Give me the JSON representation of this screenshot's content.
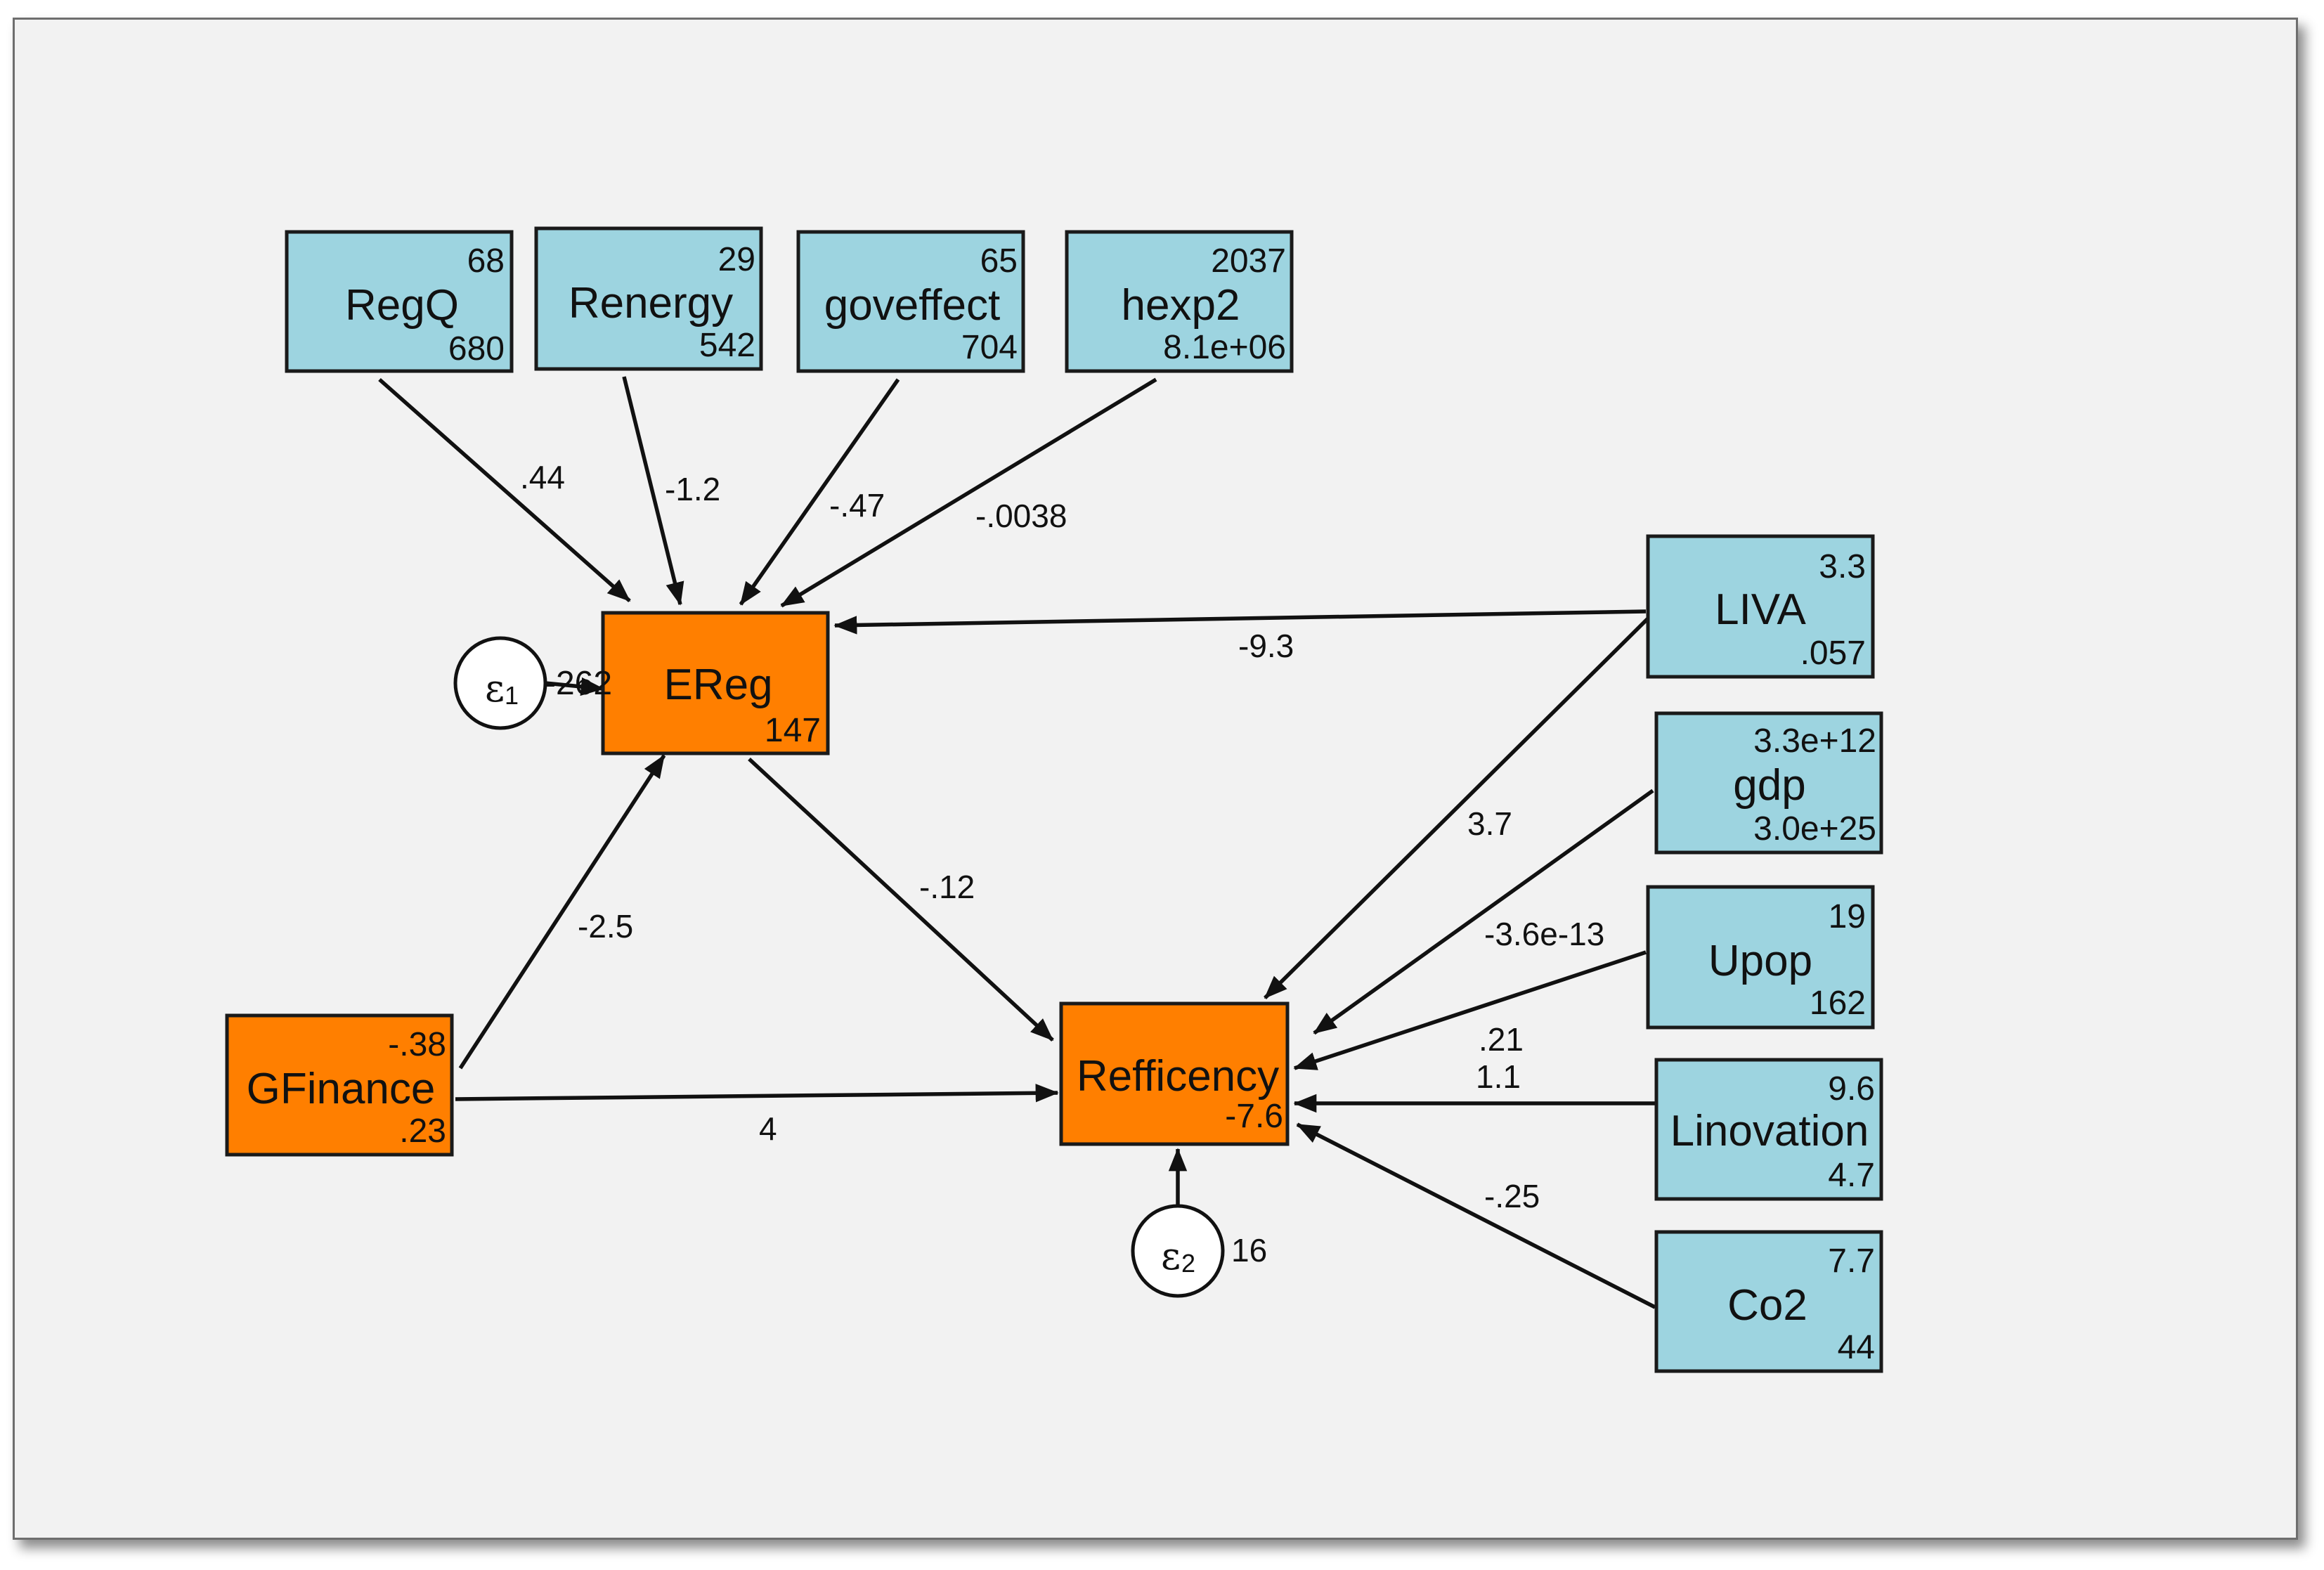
{
  "nodes": {
    "regq": {
      "name": "RegQ",
      "mean": "68",
      "var": "680"
    },
    "renergy": {
      "name": "Renergy",
      "mean": "29",
      "var": "542"
    },
    "goveffect": {
      "name": "goveffect",
      "mean": "65",
      "var": "704"
    },
    "hexp2": {
      "name": "hexp2",
      "mean": "2037",
      "var": "8.1e+06"
    },
    "liva": {
      "name": "LIVA",
      "mean": "3.3",
      "var": ".057"
    },
    "gdp": {
      "name": "gdp",
      "mean": "3.3e+12",
      "var": "3.0e+25"
    },
    "upop": {
      "name": "Upop",
      "mean": "19",
      "var": "162"
    },
    "linovation": {
      "name": "Linovation",
      "mean": "9.6",
      "var": "4.7"
    },
    "co2": {
      "name": "Co2",
      "mean": "7.7",
      "var": "44"
    },
    "ereg": {
      "name": "EReg",
      "intercept": "-262",
      "value": "147"
    },
    "gfinance": {
      "name": "GFinance",
      "mean": "-.38",
      "var": ".23"
    },
    "refficency": {
      "name": "Refficency",
      "intercept": "-7.6"
    }
  },
  "errors": {
    "e1": {
      "symbol": "ε",
      "sub": "1"
    },
    "e2": {
      "symbol": "ε",
      "sub": "2",
      "var": "16"
    }
  },
  "paths": {
    "regq_ereg": ".44",
    "renergy_ereg": "-1.2",
    "goveffect_ereg": "-.47",
    "hexp2_ereg": "-.0038",
    "liva_ereg": "-9.3",
    "gfinance_ereg": "-2.5",
    "ereg_refficency": "-.12",
    "gfinance_refficency": "4",
    "liva_refficency": "3.7",
    "gdp_refficency": "-3.6e-13",
    "upop_refficency_a": ".21",
    "upop_refficency_b": "1.1",
    "co2_refficency": "-.25"
  },
  "colors": {
    "observed_box": "#9dd4e0",
    "endogenous_box": "#ff7f00",
    "background": "#f2f2f2"
  }
}
